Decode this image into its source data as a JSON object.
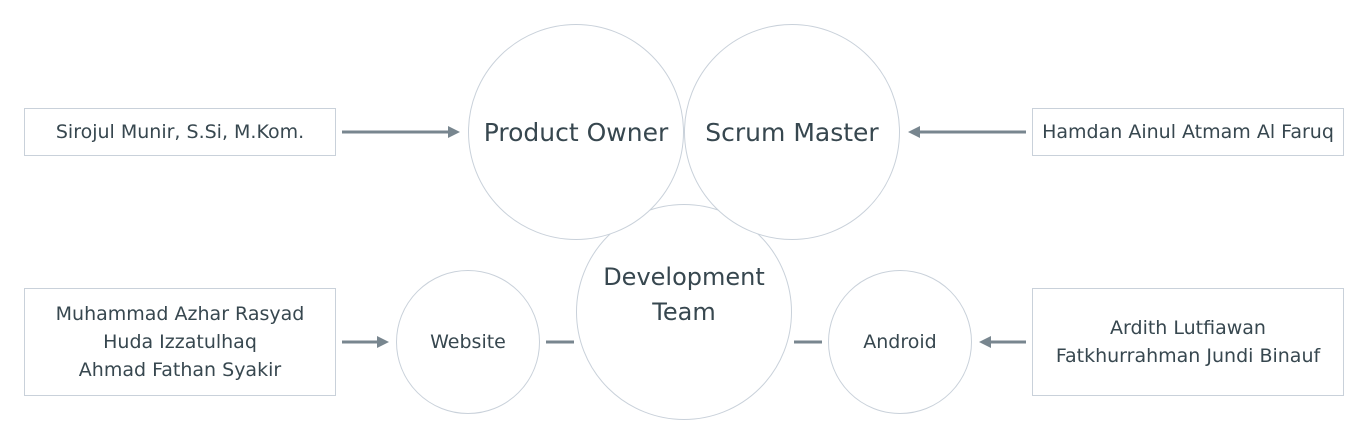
{
  "top_left": {
    "name": "Sirojul Munir, S.Si, M.Kom."
  },
  "top_right": {
    "name": "Hamdan Ainul Atmam Al Faruq"
  },
  "bottom_left": {
    "names": [
      "Muhammad Azhar Rasyad",
      "Huda Izzatulhaq",
      "Ahmad Fathan Syakir"
    ]
  },
  "bottom_right": {
    "names": [
      "Ardith Lutfiawan",
      "Fatkhurrahman Jundi Binauf"
    ]
  },
  "circles": {
    "product_owner": "Product Owner",
    "scrum_master": "Scrum Master",
    "development_team": [
      "Development",
      "Team"
    ],
    "website": "Website",
    "android": "Android"
  },
  "colors": {
    "stroke": "#c9d1da",
    "arrow": "#78868f",
    "text": "#37474f"
  }
}
